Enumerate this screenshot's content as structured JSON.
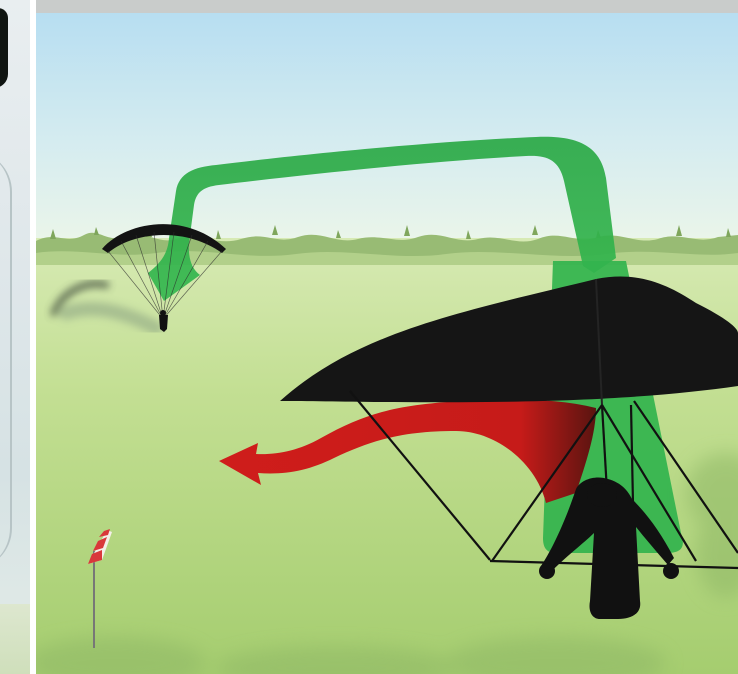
{
  "illustration": {
    "kind": "paraglider and hang glider landing approach illustration",
    "elements": [
      "paraglider",
      "hang-glider",
      "green-approach-arrow",
      "red-turn-arrow",
      "windsock",
      "grass-field",
      "sky"
    ]
  },
  "colors": {
    "sky_top": "#b9dff0",
    "sky_horizon": "#e8f4ec",
    "field_far": "#cfe5a7",
    "field_near": "#a7cf74",
    "treeline": "#8fb46b",
    "green_arrow": "#2fb04a",
    "red_arrow": "#cf1d1b",
    "glider_black": "#141414",
    "windsock_red": "#d9383a",
    "windsock_white": "#f4efe8",
    "top_bar": "#c9cccb"
  }
}
